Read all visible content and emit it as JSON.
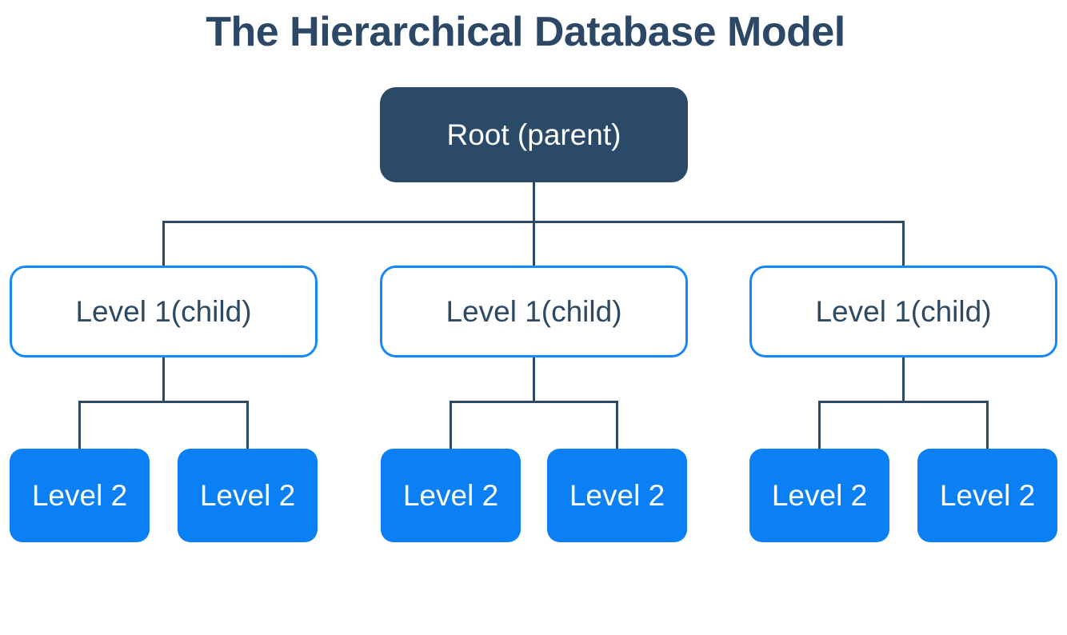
{
  "title": "The Hierarchical Database Model",
  "diagram": {
    "root": {
      "label": "Root (parent)"
    },
    "level1": [
      {
        "label": "Level 1(child)"
      },
      {
        "label": "Level 1(child)"
      },
      {
        "label": "Level 1(child)"
      }
    ],
    "level2": [
      {
        "label": "Level 2"
      },
      {
        "label": "Level 2"
      },
      {
        "label": "Level 2"
      },
      {
        "label": "Level 2"
      },
      {
        "label": "Level 2"
      },
      {
        "label": "Level 2"
      }
    ]
  },
  "colors": {
    "title_text": "#2C4866",
    "root_fill": "#2B4A68",
    "root_text": "#FFFFFF",
    "level1_fill": "#FFFFFF",
    "level1_border": "#1787FA",
    "level1_text": "#2E4A63",
    "level2_fill": "#0B80F5",
    "level2_text": "#FFFFFF",
    "connector_line": "#2E4A63",
    "background": "#FFFFFF"
  }
}
